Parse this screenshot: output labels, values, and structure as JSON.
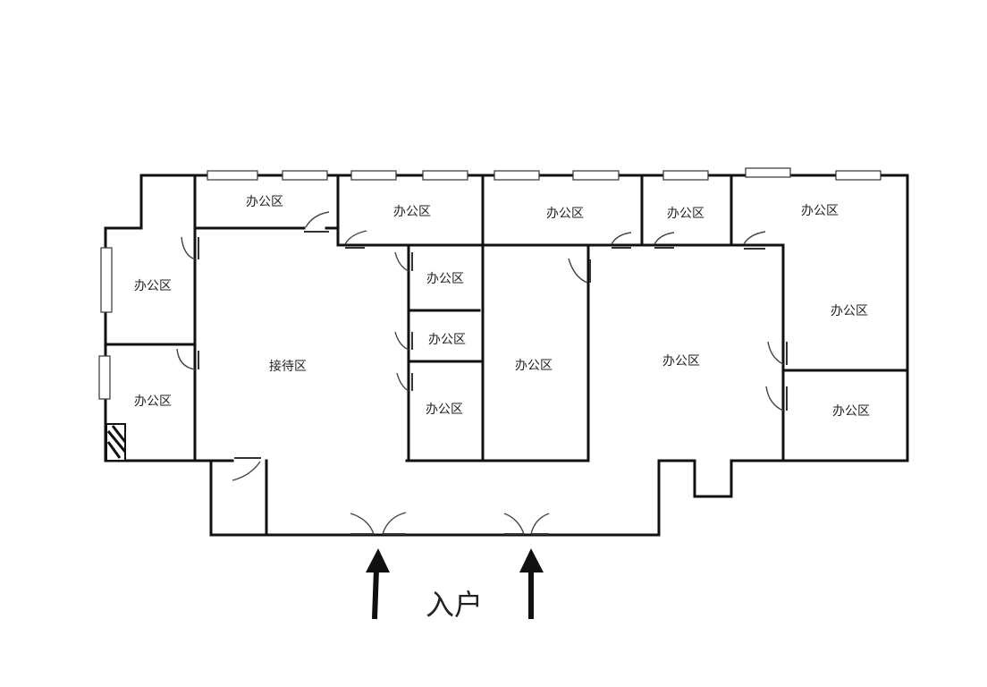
{
  "plan": {
    "rooms": [
      {
        "label": "办公区"
      },
      {
        "label": "办公区"
      },
      {
        "label": "办公区"
      },
      {
        "label": "办公区"
      },
      {
        "label": "办公区"
      },
      {
        "label": "办公区"
      },
      {
        "label": "办公区"
      },
      {
        "label": "办公区"
      },
      {
        "label": "办公区"
      },
      {
        "label": "办公区"
      },
      {
        "label": "办公区"
      },
      {
        "label": "办公区"
      },
      {
        "label": "办公区"
      },
      {
        "label": "办公区"
      }
    ],
    "reception": "接待区",
    "entrance": "入户"
  }
}
